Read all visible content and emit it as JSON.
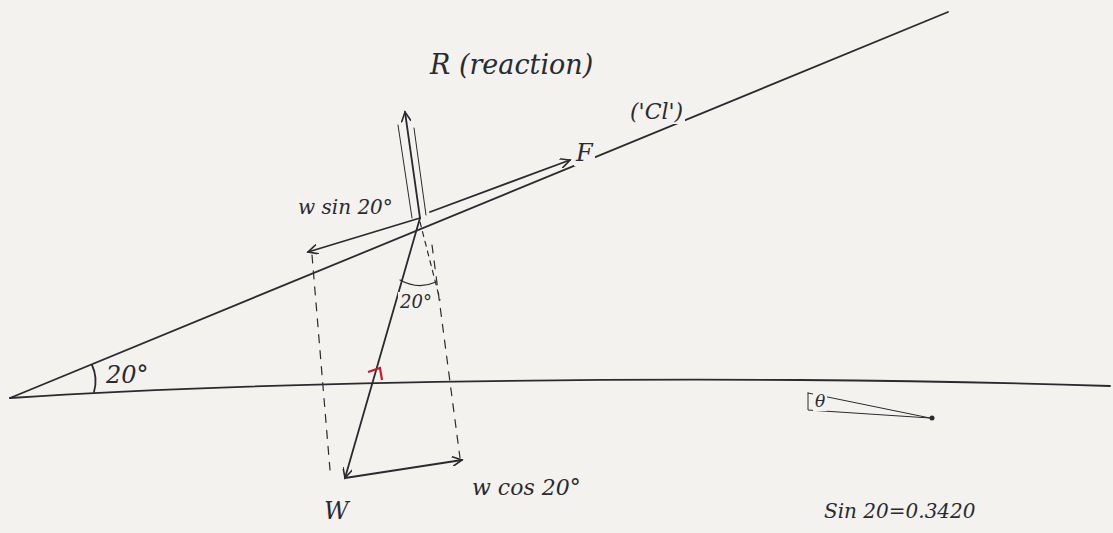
{
  "diagram": {
    "labels": [
      "R (reaction)",
      "F",
      "('Cl')",
      "w sin 20°",
      "20°",
      "20°",
      "W",
      "w cos 20°",
      "θ",
      "Sin 20=0.3420"
    ]
  }
}
